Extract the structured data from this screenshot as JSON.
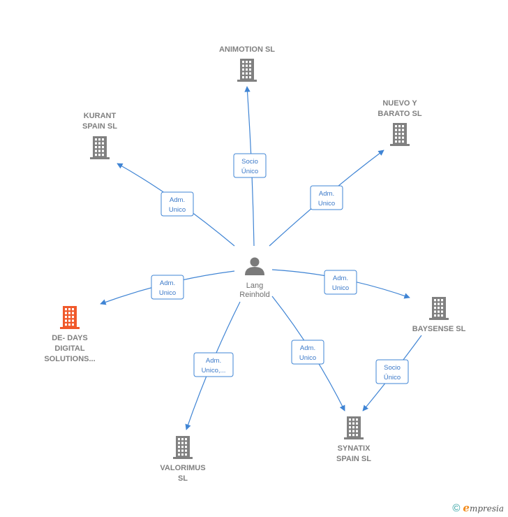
{
  "center": {
    "name_lines": [
      "Lang",
      "Reinhold"
    ]
  },
  "companies": [
    {
      "id": "animotion",
      "name_lines": [
        "ANIMOTION SL"
      ],
      "highlight": false
    },
    {
      "id": "nuevo",
      "name_lines": [
        "NUEVO Y",
        "BARATO SL"
      ],
      "highlight": false
    },
    {
      "id": "kurant",
      "name_lines": [
        "KURANT",
        "SPAIN  SL"
      ],
      "highlight": false
    },
    {
      "id": "baysense",
      "name_lines": [
        "BAYSENSE  SL"
      ],
      "highlight": false
    },
    {
      "id": "dedays",
      "name_lines": [
        "DE- DAYS",
        "DIGITAL",
        "SOLUTIONS..."
      ],
      "highlight": true
    },
    {
      "id": "synatix",
      "name_lines": [
        "SYNATIX",
        "SPAIN  SL"
      ],
      "highlight": false
    },
    {
      "id": "valorimus",
      "name_lines": [
        "VALORIMUS",
        "SL"
      ],
      "highlight": false
    }
  ],
  "relations": [
    {
      "from": "center",
      "to": "animotion",
      "label_lines": [
        "Socio",
        "Único"
      ]
    },
    {
      "from": "center",
      "to": "nuevo",
      "label_lines": [
        "Adm.",
        "Unico"
      ]
    },
    {
      "from": "center",
      "to": "kurant",
      "label_lines": [
        "Adm.",
        "Unico"
      ]
    },
    {
      "from": "center",
      "to": "baysense",
      "label_lines": [
        "Adm.",
        "Unico"
      ]
    },
    {
      "from": "center",
      "to": "dedays",
      "label_lines": [
        "Adm.",
        "Unico"
      ]
    },
    {
      "from": "center",
      "to": "synatix",
      "label_lines": [
        "Adm.",
        "Unico"
      ]
    },
    {
      "from": "center",
      "to": "valorimus",
      "label_lines": [
        "Adm.",
        "Unico,..."
      ]
    },
    {
      "from": "baysense",
      "to": "synatix",
      "label_lines": [
        "Socio",
        "Único"
      ]
    }
  ],
  "colors": {
    "edge": "#3f84d4",
    "building": "#808080",
    "building_highlight": "#f0592b",
    "person": "#7a7a7a"
  },
  "icons": {
    "company": "building-icon",
    "person": "person-icon"
  },
  "footer": {
    "copyright": "©",
    "brand_initial": "e",
    "brand_rest": "mpresia"
  }
}
